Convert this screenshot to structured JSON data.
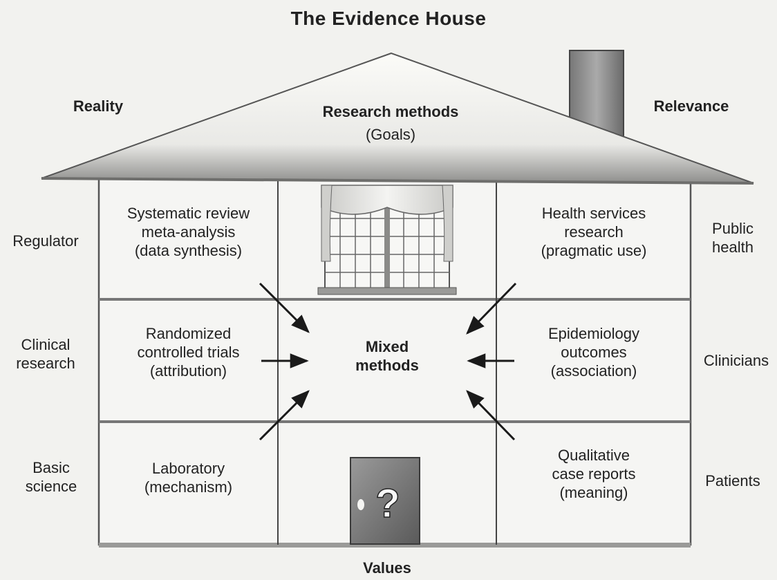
{
  "title": "The Evidence House",
  "roof": {
    "left": "Reality",
    "right": "Relevance",
    "center_title": "Research methods",
    "center_sub": "(Goals)"
  },
  "side_left": {
    "top": "Regulator",
    "middle": [
      "Clinical",
      "research"
    ],
    "bottom": [
      "Basic",
      "science"
    ]
  },
  "side_right": {
    "top": [
      "Public",
      "health"
    ],
    "middle": "Clinicians",
    "bottom": "Patients"
  },
  "cells": {
    "top_left": [
      "Systematic review",
      "meta-analysis",
      "(data synthesis)"
    ],
    "top_right": [
      "Health services",
      "research",
      "(pragmatic use)"
    ],
    "mid_left": [
      "Randomized",
      "controlled trials",
      "(attribution)"
    ],
    "mid_right": [
      "Epidemiology",
      "outcomes",
      "(association)"
    ],
    "bottom_left": [
      "Laboratory",
      "(mechanism)"
    ],
    "bottom_right": [
      "Qualitative",
      "case reports",
      "(meaning)"
    ]
  },
  "center": [
    "Mixed",
    "methods"
  ],
  "door_symbol": "?",
  "foundation": "Values"
}
